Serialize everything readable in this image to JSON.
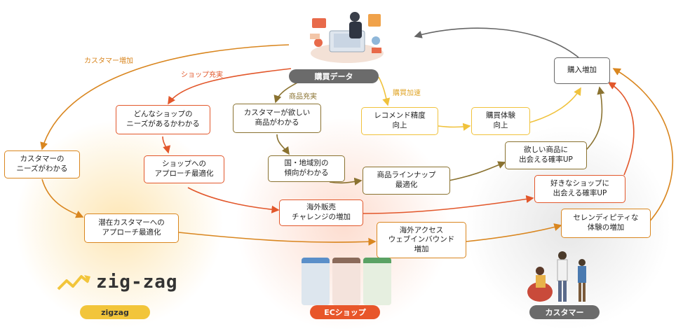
{
  "top_illustration": "person-at-laptop-icon",
  "nodes": [
    {
      "id": "data",
      "text": "購買データ",
      "style": "pill-gray"
    },
    {
      "id": "needs_shop",
      "text": "どんなショップの\nニーズがあるかわかる",
      "color": "#e2572b"
    },
    {
      "id": "approach_shop",
      "text": "ショップへの\nアプローチ最適化",
      "color": "#e2572b"
    },
    {
      "id": "customer_needs",
      "text": "カスタマーの\nニーズがわかる",
      "color": "#d9861f"
    },
    {
      "id": "approach_potential",
      "text": "潜在カスタマーへの\nアプローチ最適化",
      "color": "#d9861f"
    },
    {
      "id": "want_product",
      "text": "カスタマーが欲しい\n商品がわかる",
      "color": "#8a7230"
    },
    {
      "id": "regional",
      "text": "国・地域別の\n傾向がわかる",
      "color": "#8a7230"
    },
    {
      "id": "lineup",
      "text": "商品ラインナップ\n最適化",
      "color": "#8a7230"
    },
    {
      "id": "overseas_sales",
      "text": "海外販売\nチャレンジの増加",
      "color": "#e2572b"
    },
    {
      "id": "overseas_access",
      "text": "海外アクセス\nウェブインバウンド\n増加",
      "color": "#d9861f"
    },
    {
      "id": "recommend",
      "text": "レコメンド精度\n向上",
      "color": "#f0c23c"
    },
    {
      "id": "experience",
      "text": "購買体験\n向上",
      "color": "#f0c23c"
    },
    {
      "id": "meet_product",
      "text": "欲しい商品に\n出会える確率UP",
      "color": "#8a7230"
    },
    {
      "id": "meet_shop",
      "text": "好きなショップに\n出会える確率UP",
      "color": "#e2572b"
    },
    {
      "id": "serendipity",
      "text": "セレンディピティな\n体験の増加",
      "color": "#d9861f"
    },
    {
      "id": "purchase_up",
      "text": "購入増加",
      "color": "#666666"
    }
  ],
  "branch_labels": [
    {
      "id": "customer_increase",
      "text": "カスタマー増加",
      "color": "#d9861f"
    },
    {
      "id": "shop_expansion",
      "text": "ショップ充実",
      "color": "#e2572b"
    },
    {
      "id": "product_expansion",
      "text": "商品充実",
      "color": "#8a7230"
    },
    {
      "id": "purchase_accel",
      "text": "購買加速",
      "color": "#e0a62a"
    }
  ],
  "watermark": "zig-zag",
  "watermark_icon": "zigzag-arrow-logo-icon",
  "shop_icons": [
    "storefront-icon",
    "storefront-icon",
    "storefront-icon"
  ],
  "customer_icons": "people-using-phones-icon",
  "footer": [
    {
      "id": "zigzag",
      "text": "zigzag",
      "bg": "#f2c53a",
      "fg": "#333333"
    },
    {
      "id": "ec_shop",
      "text": "ECショップ",
      "bg": "#e8562a",
      "fg": "#ffffff"
    },
    {
      "id": "customer",
      "text": "カスタマー",
      "bg": "#6b6b6b",
      "fg": "#ffffff"
    }
  ]
}
